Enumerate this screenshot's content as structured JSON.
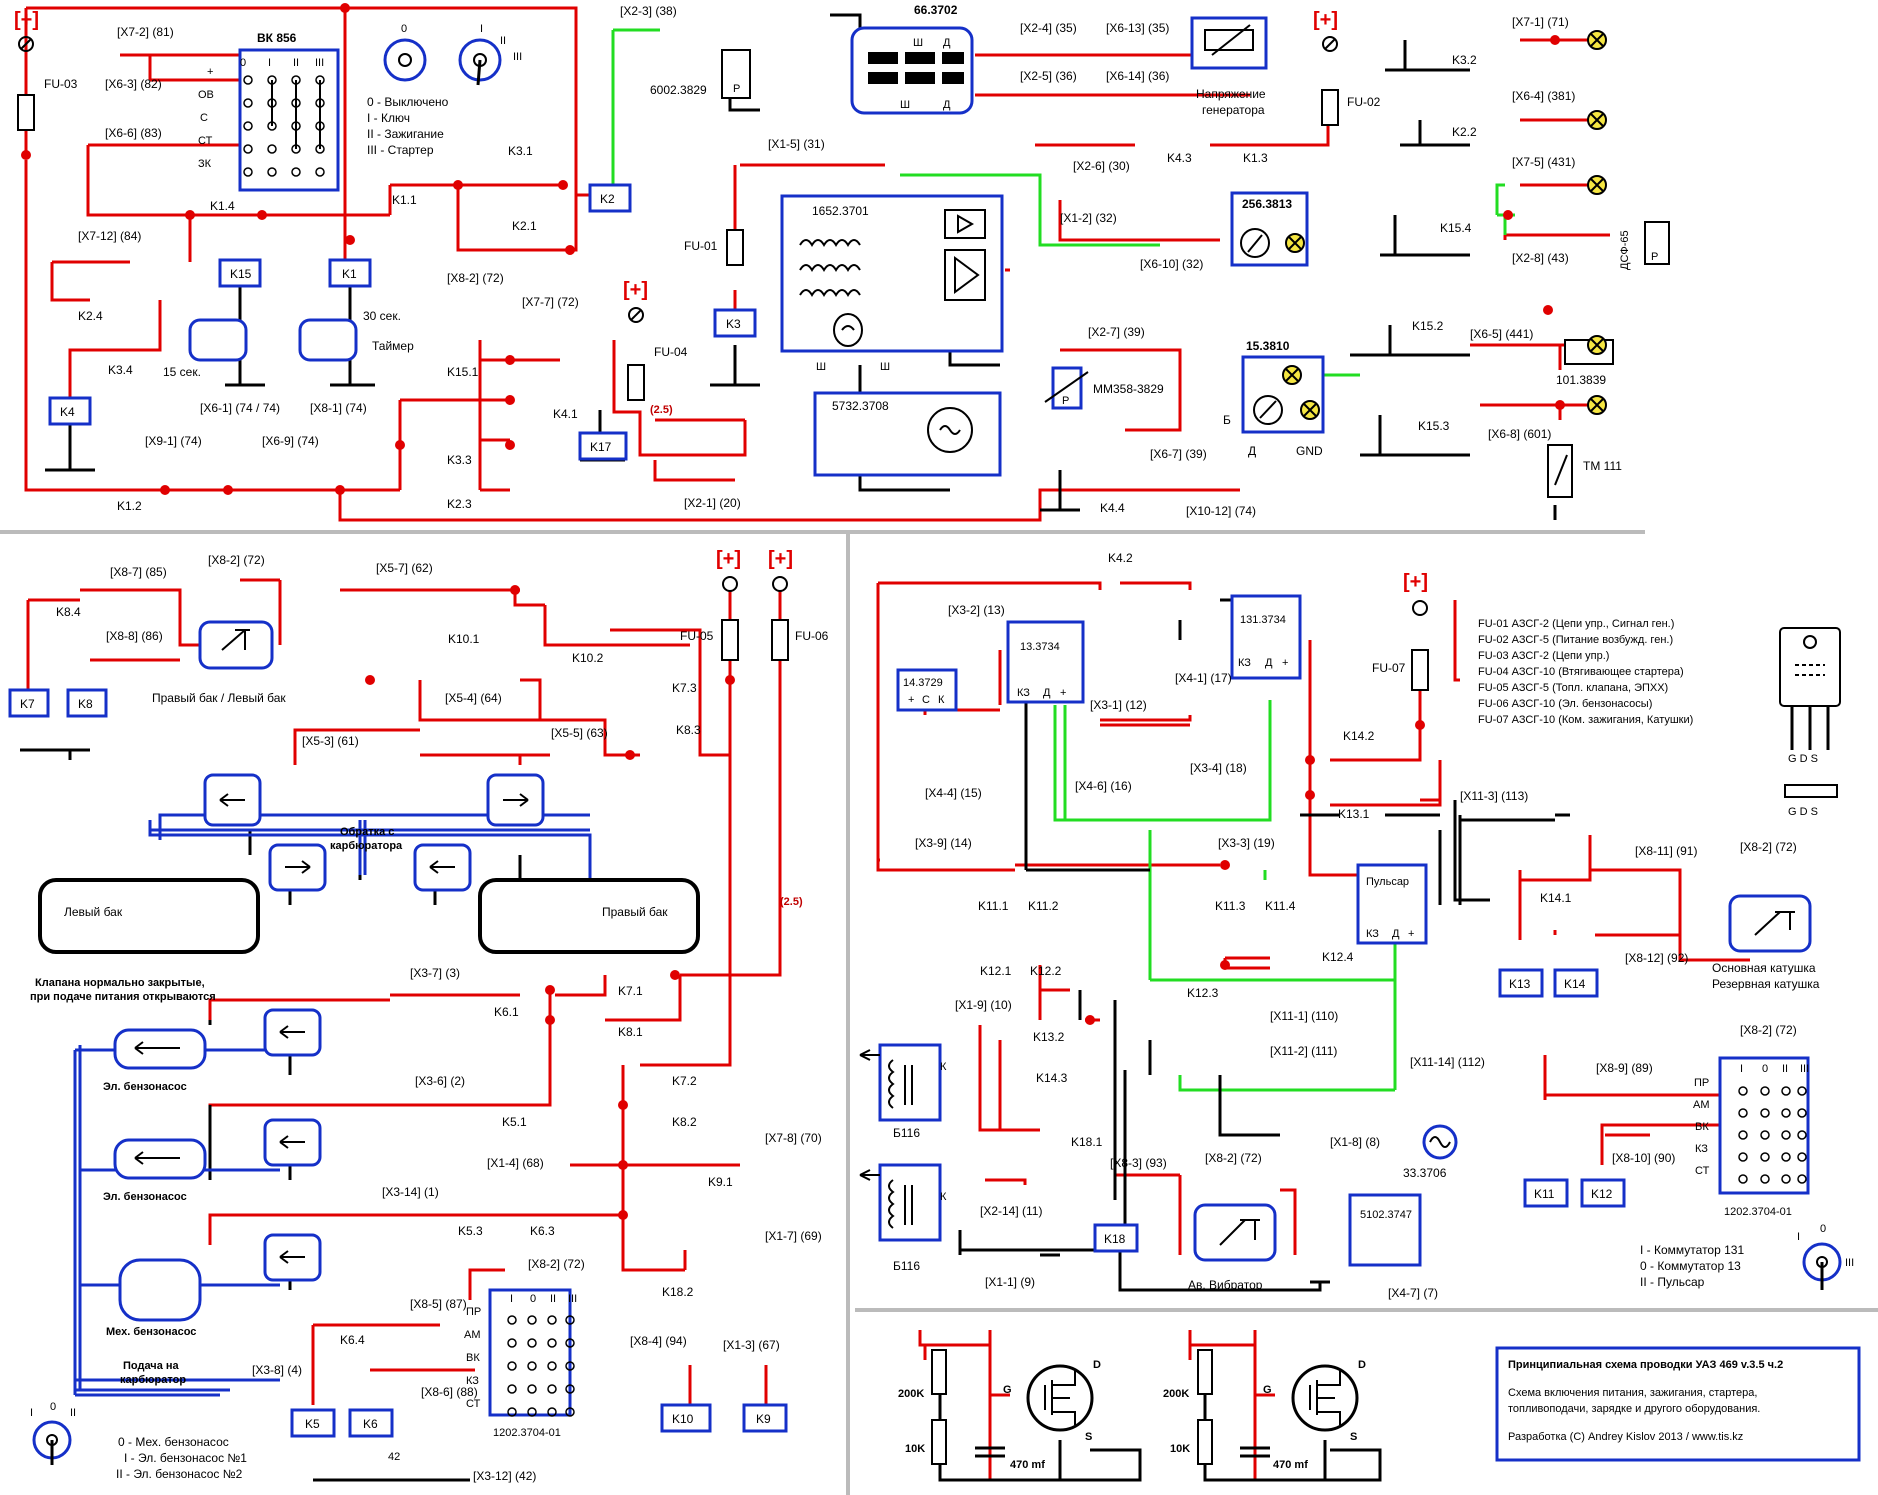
{
  "plus_label": "[+]",
  "fuses": {
    "fu01": "FU-01",
    "fu02": "FU-02",
    "fu03": "FU-03",
    "fu04": "FU-04",
    "fu05": "FU-05",
    "fu06": "FU-06",
    "fu07": "FU-07"
  },
  "ignition_switch": {
    "name": "ВК 856",
    "cols": [
      "0",
      "I",
      "II",
      "III"
    ],
    "rows": [
      "+",
      "ОВ",
      "С",
      "СТ",
      "ЗК"
    ],
    "pos0": "0",
    "pos1": "I",
    "pos2": "II",
    "pos3": "III",
    "legend": [
      "0 - Выключено",
      "I - Ключ",
      "II - Зажигание",
      "III - Стартер"
    ]
  },
  "connectors_top": {
    "x7_2": "[X7-2] (81)",
    "x6_3": "[X6-3] (82)",
    "x6_6": "[X6-6] (83)",
    "x7_12": "[X7-12] (84)",
    "x2_3": "[X2-3] (38)",
    "x2_4": "[X2-4] (35)",
    "x6_13": "[X6-13] (35)",
    "x2_5": "[X2-5] (36)",
    "x6_14": "[X6-14] (36)",
    "x2_6": "[X2-6] (30)",
    "x1_5": "[X1-5] (31)",
    "x1_2": "[X1-2] (32)",
    "x6_10": "[X6-10] (32)",
    "x8_2": "[X8-2] (72)",
    "x7_7": "[X7-7] (72)",
    "x2_7": "[X2-7] (39)",
    "x6_7": "[X6-7] (39)",
    "x2_1": "[X2-1] (20)",
    "x6_1": "[X6-1] (74 / 74)",
    "x8_1": "[X8-1] (74)",
    "x9_1": "[X9-1] (74)",
    "x6_9": "[X6-9] (74)",
    "x10_12": "[X10-12] (74)",
    "x7_1": "[X7-1] (71)",
    "x6_4": "[X6-4] (381)",
    "x7_5": "[X7-5] (431)",
    "x2_8": "[X2-8] (43)",
    "x6_5": "[X6-5] (441)",
    "x6_8": "[X6-8] (601)"
  },
  "components_top": {
    "starter_relay": "6002.3829",
    "regulator": "66.3702",
    "reg_terms": [
      "Ш",
      "Д",
      "Ш",
      "Д"
    ],
    "gen_voltage": [
      "Напряжение",
      "генератора"
    ],
    "generator": "1652.3701",
    "gen_terms": [
      "Ш",
      "Ш"
    ],
    "meter_256": "256.3813",
    "block_15": "15.3810",
    "block_15_terms": [
      "Б",
      "Д",
      "GND"
    ],
    "sensor_mm": "ММ358-3829",
    "coil_5732": "5732.3708",
    "wire_25": "(2.5)",
    "dsf": "ДСФ-65",
    "relay_101": "101.3839",
    "tm111": "ТМ 111",
    "timer_15": "15 сек.",
    "timer_30": "30 сек.",
    "timer_label": "Таймер",
    "p_label": "P"
  },
  "relays_top": {
    "k1_4": "K1.4",
    "k1_1": "K1.1",
    "k3_1": "K3.1",
    "k2_1": "K2.1",
    "k2_4": "K2.4",
    "k3_4": "K3.4",
    "k15_1": "K15.1",
    "k3_3": "K3.3",
    "k2_3": "K2.3",
    "k1_2": "K1.2",
    "k4_1": "K4.1",
    "k4_3": "K4.3",
    "k1_3": "K1.3",
    "k4_4": "K4.4",
    "k3_2": "K3.2",
    "k2_2": "K2.2",
    "k15_4": "K15.4",
    "k15_2": "K15.2",
    "k15_3": "K15.3"
  },
  "coils_top": {
    "k15": "K15",
    "k1": "K1",
    "k2": "K2",
    "k3": "K3",
    "k4": "K4",
    "k17": "K17"
  },
  "fuel_section": {
    "connectors": {
      "x8_7": "[X8-7] (85)",
      "x8_2a": "[X8-2] (72)",
      "x8_8": "[X8-8] (86)",
      "x5_7": "[X5-7] (62)",
      "x5_4": "[X5-4] (64)",
      "x5_3": "[X5-3] (61)",
      "x5_5": "[X5-5] (63)",
      "x3_7": "[X3-7] (3)",
      "x3_6": "[X3-6] (2)",
      "x1_4": "[X1-4] (68)",
      "x7_8": "[X7-8] (70)",
      "x3_14": "[X3-14] (1)",
      "x1_7": "[X1-7] (69)",
      "x3_8": "[X3-8] (4)",
      "x8_5": "[X8-5] (87)",
      "x8_6": "[X8-6] (88)",
      "x8_2b": "[X8-2] (72)",
      "x8_4": "[X8-4] (94)",
      "x1_3": "[X1-3] (67)",
      "x3_12": "[X3-12] (42)"
    },
    "relays": {
      "k8_4": "K8.4",
      "k10_1": "K10.1",
      "k10_2": "K10.2",
      "k7_3": "K7.3",
      "k8_3": "K8.3",
      "k6_1": "K6.1",
      "k7_1": "K7.1",
      "k8_1": "K8.1",
      "k5_1": "K5.1",
      "k7_2": "K7.2",
      "k8_2": "K8.2",
      "k9_1": "K9.1",
      "k5_3": "K5.3",
      "k6_3": "K6.3",
      "k18_2": "K18.2",
      "k6_4": "K6.4"
    },
    "coils": {
      "k7": "K7",
      "k8": "K8",
      "k5": "K5",
      "k6": "K6",
      "k10": "K10",
      "k9": "K9"
    },
    "tank_switch": "Правый бак / Левый бак",
    "return_line": [
      "Обратка с",
      "карбюратора"
    ],
    "left_tank": "Левый бак",
    "right_tank": "Правый бак",
    "valves_note": [
      "Клапана нормально закрытые,",
      "при подаче питания открываются"
    ],
    "pump_el": "Эл. бензонасос",
    "pump_mech": "Мех. бензонасос",
    "carb_feed": [
      "Подача на",
      "карбюратор"
    ],
    "switch_model": "1202.3704-01",
    "switch_rows": [
      "ПР",
      "АМ",
      "ВК",
      "КЗ",
      "СТ"
    ],
    "switch_cols": [
      "I",
      "0",
      "II",
      "III"
    ],
    "num_42": "42",
    "knob_pos": [
      "I",
      "0",
      "II"
    ],
    "legend": [
      "0 - Мех. бензонасос",
      "I - Эл. бензонасос №1",
      "II - Эл. бензонасос №2"
    ],
    "wire_25": "(2.5)"
  },
  "ignition_section": {
    "connectors": {
      "x3_2": "[X3-2] (13)",
      "x4_1": "[X4-1] (17)",
      "x3_1": "[X3-1] (12)",
      "x4_4": "[X4-4] (15)",
      "x4_6": "[X4-6] (16)",
      "x3_4": "[X3-4] (18)",
      "x3_9": "[X3-9] (14)",
      "x3_3": "[X3-3] (19)",
      "x11_3": "[X11-3] (113)",
      "x1_9": "[X1-9] (10)",
      "x11_1": "[X11-1] (110)",
      "x11_2": "[X11-2] (111)",
      "x11_14": "[X11-14] (112)",
      "x1_8": "[X1-8] (8)",
      "x8_3": "[X8-3] (93)",
      "x8_2c": "[X8-2] (72)",
      "x2_14": "[X2-14] (11)",
      "x1_1": "[X1-1] (9)",
      "x4_7": "[X4-7] (7)",
      "x8_11": "[X8-11] (91)",
      "x8_2d": "[X8-2] (72)",
      "x8_12": "[X8-12] (92)",
      "x8_2e": "[X8-2] (72)",
      "x8_9": "[X8-9] (89)",
      "x8_10": "[X8-10] (90)"
    },
    "relays": {
      "k4_2": "K4.2",
      "k14_2": "K14.2",
      "k13_1": "K13.1",
      "k11_1": "K11.1",
      "k11_2": "K11.2",
      "k11_3": "K11.3",
      "k11_4": "K11.4",
      "k12_1": "K12.1",
      "k12_2": "K12.2",
      "k12_3": "K12.3",
      "k12_4": "K12.4",
      "k13_2": "K13.2",
      "k14_3": "K14.3",
      "k18_1": "K18.1",
      "k14_1": "K14.1"
    },
    "coils": {
      "k13": "K13",
      "k14": "K14",
      "k18": "K18",
      "k11": "K11",
      "k12": "K12"
    },
    "m14": "14.3729",
    "m14_terms": [
      "+",
      "С",
      "К"
    ],
    "m13": "13.3734",
    "m13_terms": [
      "КЗ",
      "Д",
      "+"
    ],
    "m131": "131.3734",
    "m131_terms": [
      "КЗ",
      "Д",
      "+"
    ],
    "pulsar": "Пульсар",
    "pulsar_terms": [
      "КЗ",
      "Д",
      "+"
    ],
    "b116": "Б116",
    "coil_k": "К",
    "sensor_33": "33.3706",
    "m5102": "5102.3747",
    "vibrator": "Ав. Вибратор",
    "coil_switch": [
      "Основная катушка",
      "Резервная катушка"
    ],
    "switch_model": "1202.3704-01",
    "switch_rows": [
      "ПР",
      "АМ",
      "ВК",
      "КЗ",
      "СТ"
    ],
    "switch_cols": [
      "I",
      "0",
      "II",
      "III"
    ],
    "knob_pos": [
      "I",
      "0",
      "III"
    ],
    "legend": [
      "I - Коммутатор 131",
      "0 - Коммутатор 13",
      "II - Пульсар"
    ],
    "transistor_pins": "G D S"
  },
  "fuse_table": [
    "FU-01  АЗСГ-2   (Цепи упр., Сигнал ген.)",
    "FU-02  АЗСГ-5   (Питание возбужд. ген.)",
    "FU-03  АЗСГ-2   (Цепи упр.)",
    "FU-04  АЗСГ-10 (Втягивающее стартера)",
    "FU-05  АЗСГ-5   (Топл. клапана, ЭПХХ)",
    "FU-06  АЗСГ-10 (Эл. бензонасосы)",
    "FU-07  АЗСГ-10 (Ком. зажигания, Катушки)"
  ],
  "mosfet_section": {
    "r200": "200K",
    "r10": "10K",
    "cap": "470 mf",
    "gate": "G",
    "drain": "D",
    "source": "S"
  },
  "title_box": {
    "line1": "Принципиальная схема проводки УАЗ 469 v.3.5 ч.2",
    "line2": "Схема включения питания, зажигания, стартера,",
    "line3": "топливоподачи, зарядке и другого оборудования.",
    "line4": "Разработка (С) Andrey Kislov 2013 / www.tis.kz"
  },
  "colors": {
    "power": "#e00000",
    "ground": "#000000",
    "signal": "#22dd22",
    "component": "#1530c8"
  }
}
